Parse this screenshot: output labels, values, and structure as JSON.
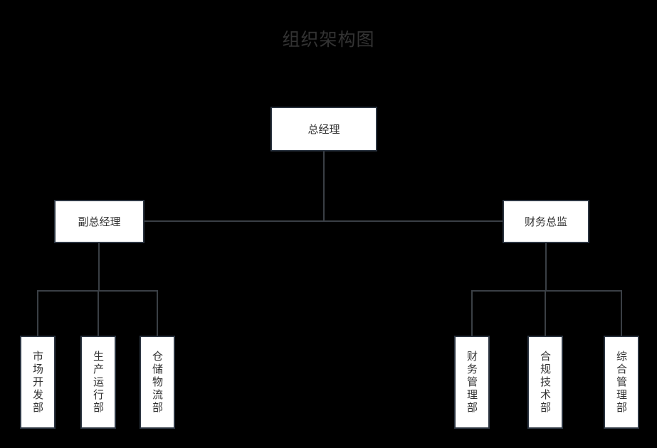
{
  "chart": {
    "title": "组织架构图",
    "type": "org-chart",
    "colors": {
      "background": "#000000",
      "node_fill": "#ffffff",
      "node_border": "#2b3440",
      "text": "#333333",
      "connector": "#3a3f45"
    },
    "nodes": {
      "root": {
        "label": "总经理",
        "orientation": "horizontal"
      },
      "level2": [
        {
          "label": "副总经理",
          "orientation": "horizontal"
        },
        {
          "label": "财务总监",
          "orientation": "horizontal"
        }
      ],
      "deputy_gm_children": [
        {
          "label": "市场开发部",
          "orientation": "vertical"
        },
        {
          "label": "生产运行部",
          "orientation": "vertical"
        },
        {
          "label": "仓储物流部",
          "orientation": "vertical"
        }
      ],
      "cfo_children": [
        {
          "label": "财务管理部",
          "orientation": "vertical"
        },
        {
          "label": "合规技术部",
          "orientation": "vertical"
        },
        {
          "label": "综合管理部",
          "orientation": "vertical"
        }
      ]
    }
  }
}
